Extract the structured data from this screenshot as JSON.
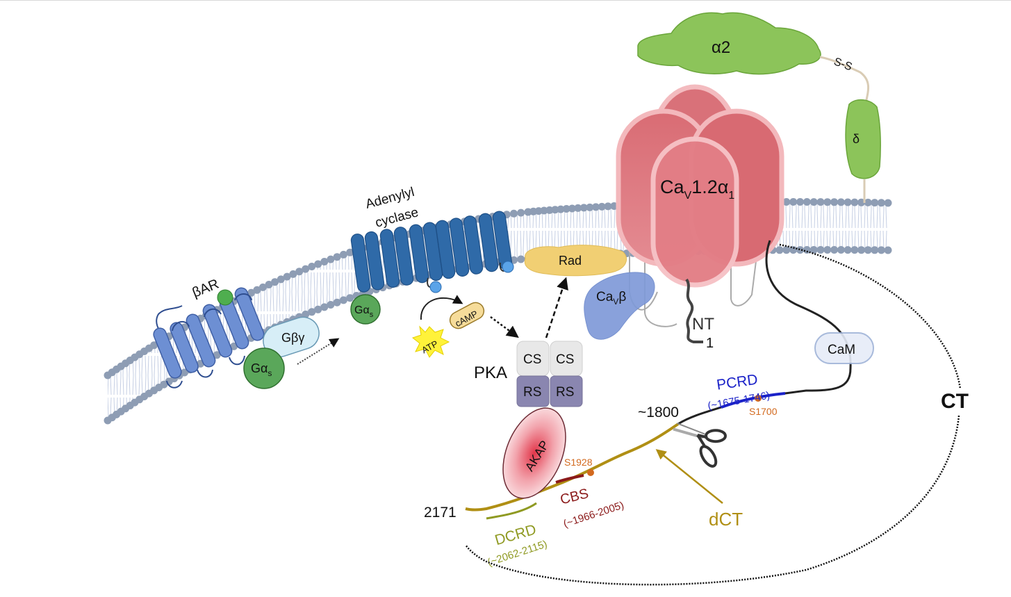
{
  "figure": {
    "type": "signaling-pathway-diagram",
    "subject": "beta-adrenergic regulation of CaV1.2 channel"
  },
  "colors": {
    "membrane_head": "#8e9db4",
    "membrane_tail": "#b9c5dd",
    "receptor_blue": "#6d8fd3",
    "adenylyl_blue": "#2f6aa8",
    "g_protein_green": "#6ab36a",
    "gby_fill": "#d7eef7",
    "channel_red": "#e07c84",
    "alpha2_green": "#8cc45a",
    "rad_yellow": "#f1cf73",
    "cavb_blue": "#7f9ad8",
    "pka_cs": "#e6e6e6",
    "pka_rs": "#8a86b0",
    "akap_red": "#e35a6a",
    "dct_olive": "#b08f14",
    "pcrd_blue": "#1b22c8",
    "cbs_darkred": "#8b1a1a",
    "dcrd_olive": "#8f9a22",
    "phospho_orange": "#d2691e"
  },
  "labels": {
    "bar": "βAR",
    "gas1_main": "Gα",
    "gas1_sub": "s",
    "gby": "Gβγ",
    "gas2_main": "Gα",
    "gas2_sub": "s",
    "ac_line1": "Adenylyl",
    "ac_line2": "cyclase",
    "atp": "ATP",
    "camp": "cAMP",
    "pka": "PKA",
    "cs_left": "CS",
    "cs_right": "CS",
    "rs_left": "RS",
    "rs_right": "RS",
    "rad": "Rad",
    "cavb_main": "Ca",
    "cavb_sub": "V",
    "cavb_tail": "β",
    "alpha2": "α2",
    "ss": "S-S",
    "delta": "δ",
    "channel_main": "Ca",
    "channel_sub": "V",
    "channel_mid": "1.2α",
    "channel_sub2": "1",
    "nt": "NT",
    "nt_residue": "1",
    "cam": "CaM",
    "pcrd": "PCRD",
    "pcrd_range": "(~1675-1746)",
    "s1700": "S1700",
    "cleavage_site": "~1800",
    "ct": "CT",
    "dct": "dCT",
    "akap": "AKAP",
    "s1928": "S1928",
    "cbs": "CBS",
    "cbs_range": "(~1966-2005)",
    "dcrd": "DCRD",
    "dcrd_range": "(~2062-2115)",
    "terminus": "2171"
  },
  "icons": {
    "scissors": "scissors-icon",
    "atp_burst": "starburst-icon"
  }
}
